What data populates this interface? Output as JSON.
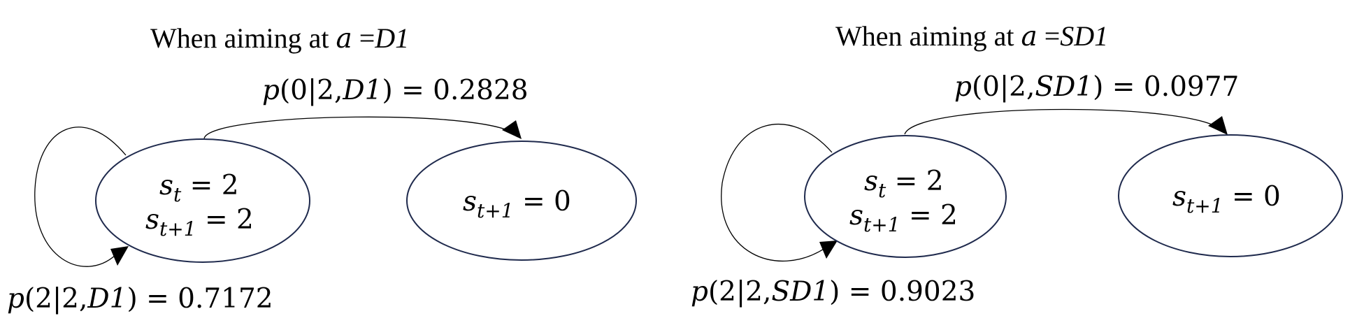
{
  "panels": [
    {
      "title_prefix": "When aiming at ",
      "title_var": "a",
      "title_eq": " =",
      "title_action": "D1",
      "transition_to_zero": {
        "fn": "p",
        "args": "(0|2,",
        "action": "D1",
        "close": ")",
        "eq": " = ",
        "value": "0.2828"
      },
      "self_loop": {
        "fn": "p",
        "args": "(2|2,",
        "action": "D1",
        "close": ")",
        "eq": " = ",
        "value": "0.7172"
      },
      "state_current": {
        "var": "s",
        "sub": "t",
        "eq": " = ",
        "value": "2"
      },
      "state_next_same": {
        "var": "s",
        "sub": "t+1",
        "eq": " = ",
        "value": "2"
      },
      "state_next_zero": {
        "var": "s",
        "sub": "t+1",
        "eq": " = ",
        "value": "0"
      }
    },
    {
      "title_prefix": "When aiming at ",
      "title_var": "a",
      "title_eq": " =",
      "title_action": "SD1",
      "transition_to_zero": {
        "fn": "p",
        "args": "(0|2,",
        "action": "SD1",
        "close": ")",
        "eq": " = ",
        "value": "0.0977"
      },
      "self_loop": {
        "fn": "p",
        "args": "(2|2,",
        "action": "SD1",
        "close": ")",
        "eq": " = ",
        "value": "0.9023"
      },
      "state_current": {
        "var": "s",
        "sub": "t",
        "eq": " = ",
        "value": "2"
      },
      "state_next_same": {
        "var": "s",
        "sub": "t+1",
        "eq": " = ",
        "value": "2"
      },
      "state_next_zero": {
        "var": "s",
        "sub": "t+1",
        "eq": " = ",
        "value": "0"
      }
    }
  ],
  "colors": {
    "node_stroke": "#1f2a4d",
    "edge_stroke": "#000000",
    "text": "#000000"
  }
}
